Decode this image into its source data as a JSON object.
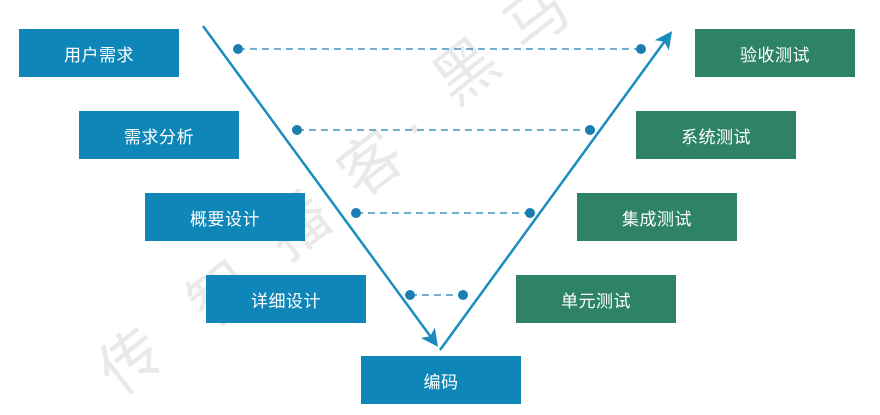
{
  "colors": {
    "dev_box": "#0f86b8",
    "test_box": "#2e8266",
    "arrow": "#1a8cc0",
    "link_dot": "#1a7fb0",
    "watermark": "#e6e6e6"
  },
  "phases": {
    "user_requirements": "用户需求",
    "requirement_analysis": "需求分析",
    "outline_design": "概要设计",
    "detailed_design": "详细设计",
    "coding": "编码"
  },
  "tests": {
    "acceptance_test": "验收测试",
    "system_test": "系统测试",
    "integration_test": "集成测试",
    "unit_test": "单元测试"
  },
  "watermark": {
    "glyphs": [
      "传",
      "智",
      "播",
      "客",
      "·",
      "黑",
      "马"
    ]
  }
}
